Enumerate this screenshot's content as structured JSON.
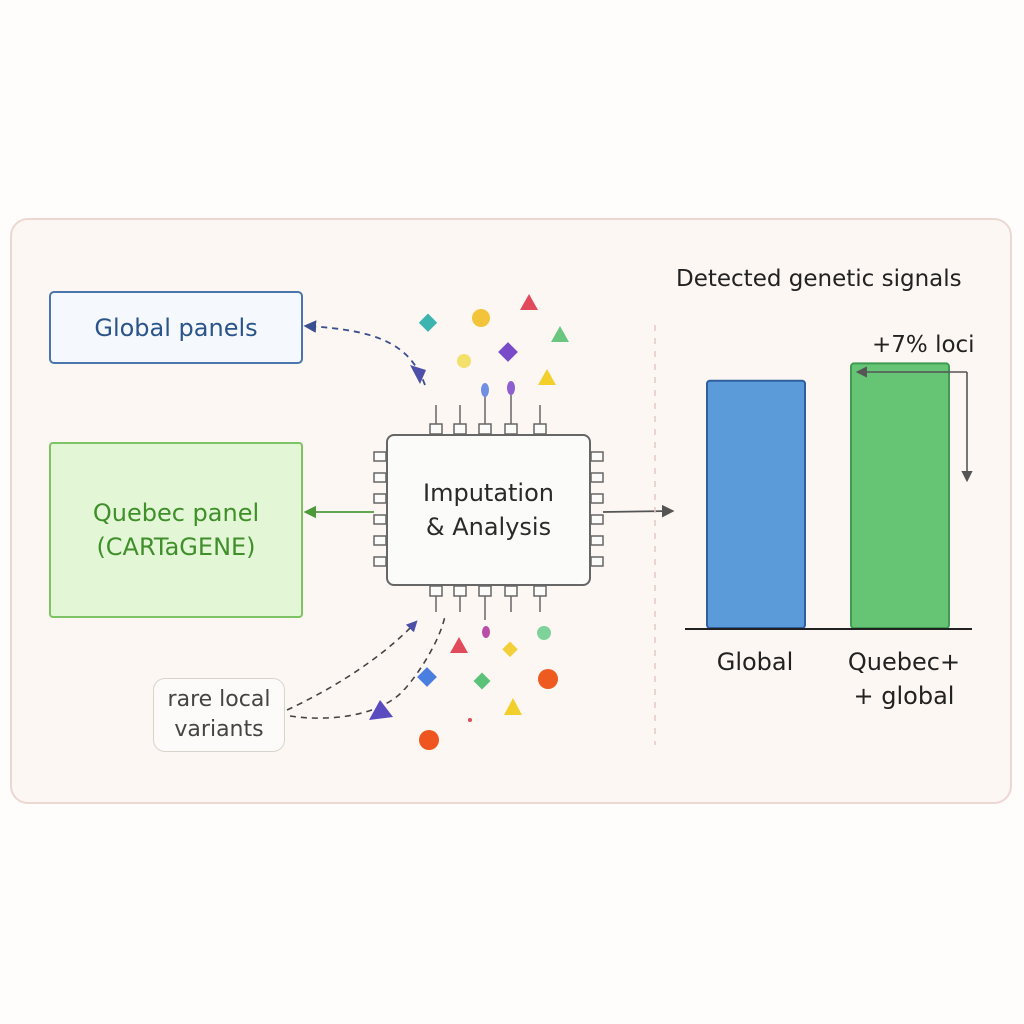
{
  "boxes": {
    "global_panels": "Global panels",
    "quebec_panel_line1": "Quebec panel",
    "quebec_panel_line2": "(CARTaGENE)",
    "engine_line1": "Imputation",
    "engine_line2": "& Analysis",
    "rare_line1": "rare local",
    "rare_line2": "variants"
  },
  "colors": {
    "global_accent": "#4a76ad",
    "quebec_accent": "#7ec466",
    "bar_global": "#5b9bd9",
    "bar_quebec": "#66c575"
  },
  "icons": [
    "chip-icon",
    "variant-marker-icon"
  ],
  "chart_data": {
    "type": "bar",
    "title": "Detected genetic signals",
    "categories": [
      "Global",
      "Quebec+\n+ global"
    ],
    "values": [
      100,
      107
    ],
    "annotation": "+7% loci",
    "ylim": [
      0,
      110
    ],
    "grid": false,
    "colors": [
      "#5b9bd9",
      "#66c575"
    ]
  }
}
